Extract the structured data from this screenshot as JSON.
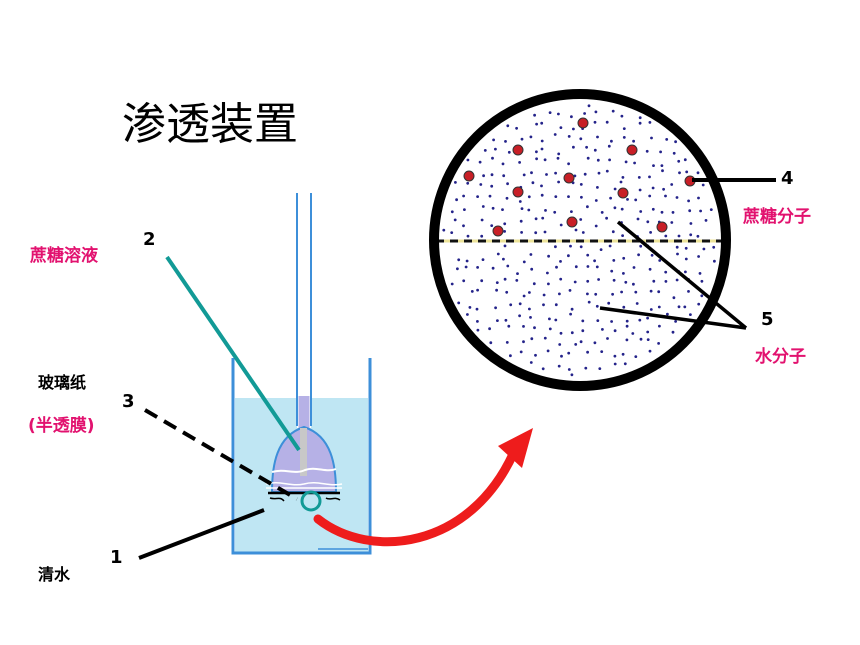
{
  "title": "渗透装置",
  "labels": {
    "sucrose_solution": "蔗糖溶液",
    "cellophane": "玻璃纸",
    "semipermeable": "(半透膜)",
    "clear_water": "清水",
    "sucrose_molecule": "蔗糖分子",
    "water_molecule": "水分子"
  },
  "numbers": {
    "n1": "1",
    "n2": "2",
    "n3": "3",
    "n4": "4",
    "n5": "5"
  },
  "colors": {
    "pink_label": "#e2126f",
    "water_fill": "#bfe6f3",
    "beaker_line": "#3d8fd9",
    "funnel_fill": "#b6b1e6",
    "leader_teal": "#129a96",
    "arrow_red": "#ee1c1c",
    "sucrose_dot": "#c81f26",
    "water_dot": "#24238a",
    "membrane_dash": "#ece39a"
  }
}
